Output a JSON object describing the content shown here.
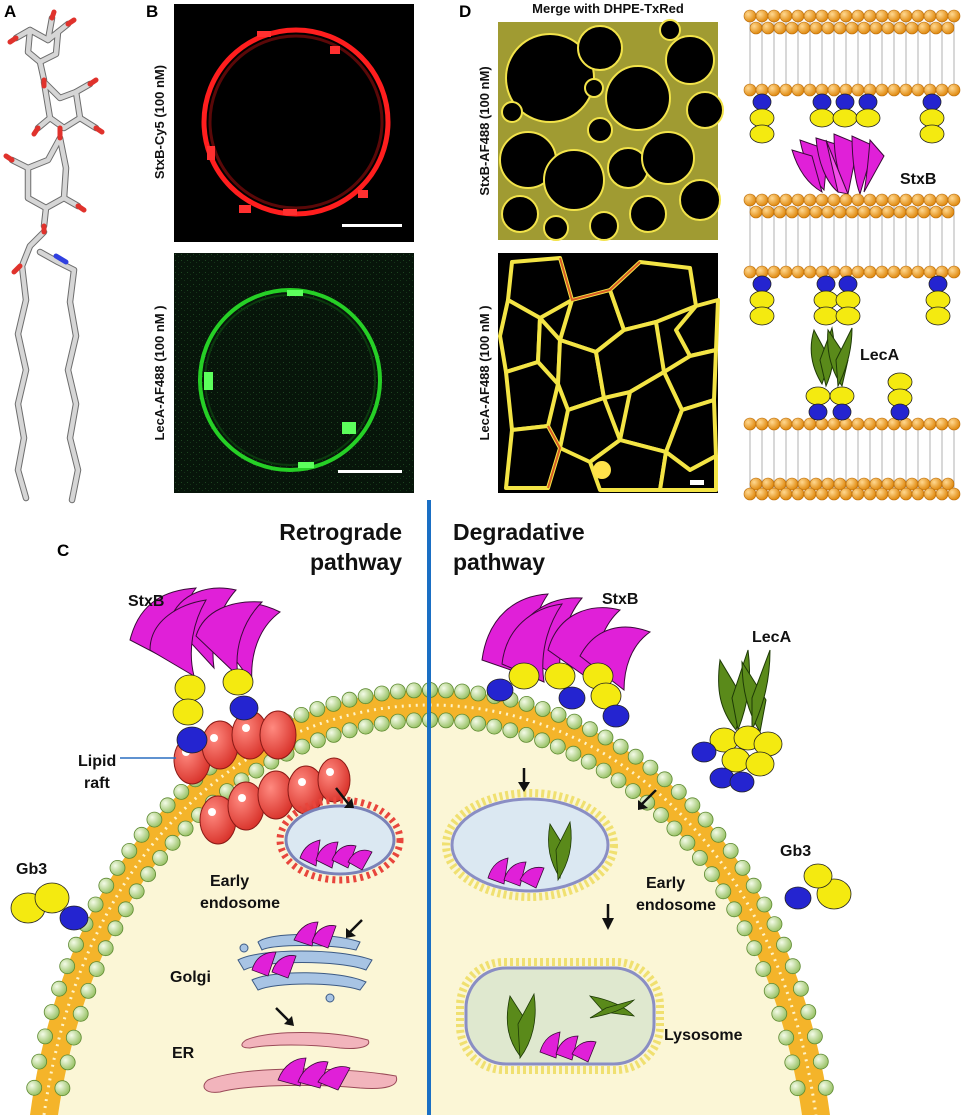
{
  "panels": {
    "a": {
      "letter": "A"
    },
    "b": {
      "letter": "B",
      "top_label": "StxB-Cy5 (100 nM)",
      "bottom_label": "LecA-AF488 (100 nM )"
    },
    "d": {
      "letter": "D",
      "header": "Merge with DHPE-TxRed",
      "top_label": "StxB-AF488 (100 nM)",
      "bottom_label": "LecA-AF488 (100 nM )",
      "schematic_top": "StxB",
      "schematic_bottom": "LecA"
    },
    "c": {
      "letter": "C"
    }
  },
  "diagram_c": {
    "left_title_line1": "Retrograde",
    "left_title_line2": "pathway",
    "right_title_line1": "Degradative",
    "right_title_line2": "pathway",
    "stxb_left": "StxB",
    "stxb_right": "StxB",
    "leca": "LecA",
    "lipid_line1": "Lipid",
    "lipid_line2": "raft",
    "gb3_left": "Gb3",
    "gb3_right": "Gb3",
    "early1_line1": "Early",
    "early1_line2": "endosome",
    "early2_line1": "Early",
    "early2_line2": "endosome",
    "golgi": "Golgi",
    "er": "ER",
    "lysosome": "Lysosome"
  },
  "colors": {
    "stxb": "#e020d8",
    "leca": "#5a8a1a",
    "gb3_sugar_yellow": "#f2ea12",
    "gb3_sugar_blue": "#2222cc",
    "raft": "#e8453c",
    "membrane_bead": "#c8e0a0",
    "membrane_core": "#f4b42a",
    "cytoplasm": "#fbf6d6",
    "divider": "#1a6fc4",
    "red_channel": "#ff1a1a",
    "green_channel": "#26d026"
  }
}
